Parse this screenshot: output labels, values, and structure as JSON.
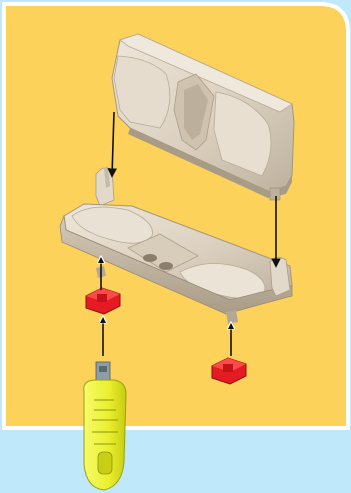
{
  "illustration": {
    "kind": "assembly-instruction",
    "icons": [
      "seat-back-part",
      "seat-base-part",
      "red-connector-peg",
      "yellow-tool",
      "assembly-arrow"
    ],
    "colors": {
      "outer_background": "#bfe8fa",
      "panel_background": "#fcd25a",
      "panel_border": "#ffffff",
      "plastic_part": "#dcd2c2",
      "plastic_shadow": "#b7ab97",
      "connector_red": "#e41b22",
      "tool_yellow": "#eef23a",
      "arrow_color": "#111111"
    }
  }
}
